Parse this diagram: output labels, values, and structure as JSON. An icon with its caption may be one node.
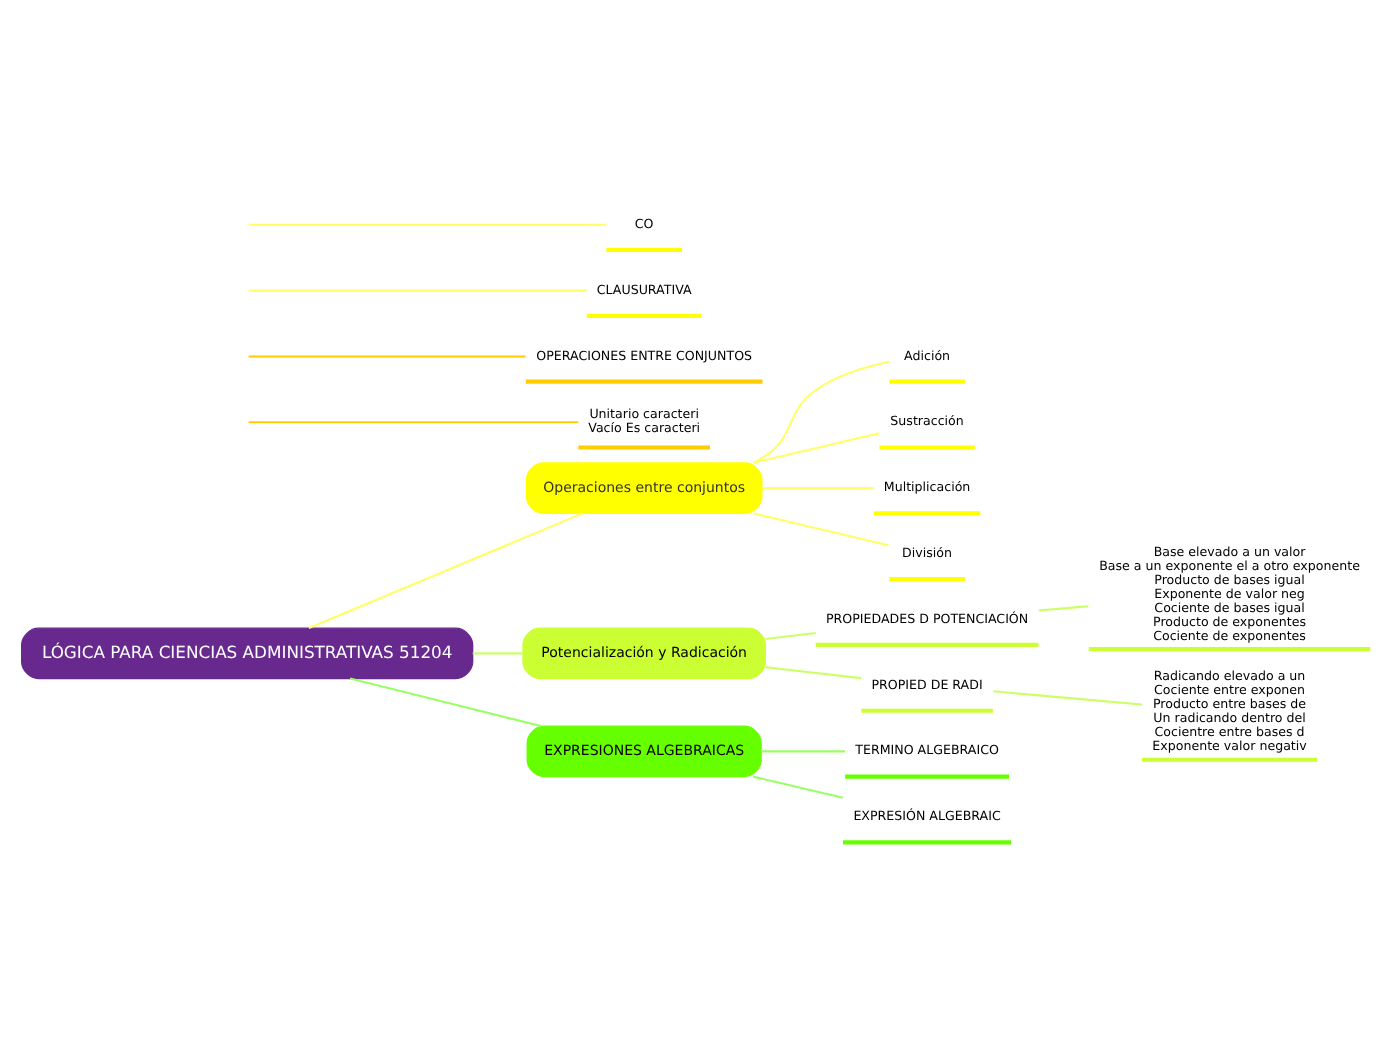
{
  "diagram": {
    "nodes": [
      {
        "text": [
          "LÓGICA PARA CIENCIAS ADMINISTRATIVAS 51204"
        ]
      },
      {
        "text": [
          "Unitario caracteri",
          "Vacío Es caracteri"
        ]
      },
      {
        "text": [
          "OPERACIONES ENTRE CONJUNTOS"
        ]
      },
      {
        "text": [
          "Operaciones entre conjuntos"
        ]
      },
      {
        "text": [
          "Adición"
        ]
      },
      {
        "text": [
          "Sustracción"
        ]
      },
      {
        "text": [
          "Multiplicación"
        ]
      },
      {
        "text": [
          "División"
        ]
      },
      {
        "text": [
          "CLAUSURATIVA"
        ]
      },
      {
        "text": [
          "CO"
        ]
      },
      {
        "text": [
          "PROPIEDADES D POTENCIACIÓN"
        ]
      },
      {
        "text": [
          "Potencialización y Radicación"
        ]
      },
      {
        "text": [
          "Base elevado a un valor",
          "Base a un exponente el a otro exponente",
          "Producto de bases igual",
          "Exponente de valor neg",
          "Cociente de bases igual",
          "Producto de exponentes",
          "Cociente de exponentes"
        ]
      },
      {
        "text": [
          "PROPIED DE RADI"
        ]
      },
      {
        "text": [
          "Radicando elevado a un",
          "Cociente entre exponen",
          "Producto entre bases de",
          "Un radicando dentro del",
          "Cocientre entre bases d",
          "Exponente valor negativ"
        ]
      },
      {
        "text": [
          "EXPRESIONES ALGEBRAICAS"
        ]
      },
      {
        "text": [
          "TERMINO ALGEBRAICO"
        ]
      },
      {
        "text": [
          "EXPRESIÓN ALGEBRAIC"
        ]
      }
    ],
    "edges": [
      {
        "from": null,
        "to": 1,
        "arrow": "none",
        "color": "#ffcc00"
      },
      {
        "from": null,
        "to": 2,
        "arrow": "none",
        "color": "#ffcc00"
      },
      {
        "from": 0,
        "to": 3,
        "arrow": "none",
        "color": "#ffff66"
      },
      {
        "from": 3,
        "to": 4,
        "arrow": "none",
        "color": "#ffff66"
      },
      {
        "from": 3,
        "to": 5,
        "arrow": "none",
        "color": "#ffff66"
      },
      {
        "from": 3,
        "to": 6,
        "arrow": "none",
        "color": "#ffff66"
      },
      {
        "from": 3,
        "to": 7,
        "arrow": "none",
        "color": "#ffff66"
      },
      {
        "from": null,
        "to": 8,
        "arrow": "none",
        "color": "#ffff66"
      },
      {
        "from": null,
        "to": 9,
        "arrow": "none",
        "color": "#ffff66"
      },
      {
        "from": 0,
        "to": 11,
        "arrow": "none",
        "color": "#ccff66"
      },
      {
        "from": 11,
        "to": 10,
        "arrow": "none",
        "color": "#ccff66"
      },
      {
        "from": 10,
        "to": 12,
        "arrow": "none",
        "color": "#ccff66"
      },
      {
        "from": 11,
        "to": 13,
        "arrow": "none",
        "color": "#ccff66"
      },
      {
        "from": 13,
        "to": 14,
        "arrow": "none",
        "color": "#ccff66"
      },
      {
        "from": 0,
        "to": 15,
        "arrow": "none",
        "color": "#99ff66"
      },
      {
        "from": 15,
        "to": 16,
        "arrow": "none",
        "color": "#99ff66"
      },
      {
        "from": 15,
        "to": 17,
        "arrow": "none",
        "color": "#99ff66"
      }
    ]
  }
}
